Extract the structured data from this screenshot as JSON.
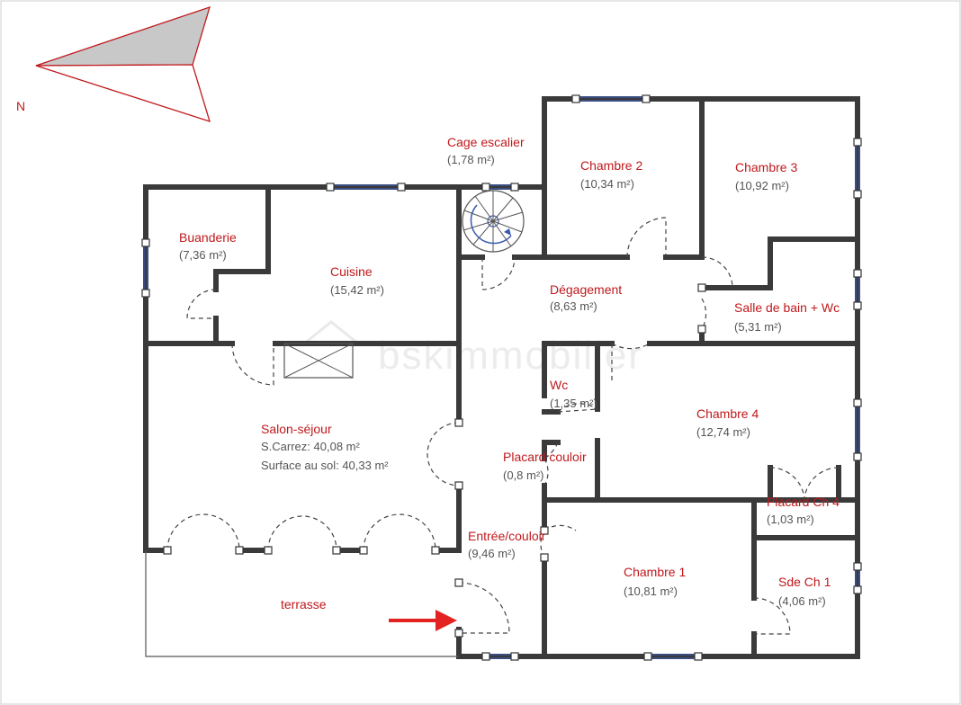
{
  "compass": {
    "label": "N",
    "fill": "#c8c8c8",
    "stroke": "#c0191c"
  },
  "watermark": {
    "text": "bskimmobilier"
  },
  "colors": {
    "label": "#c0191c",
    "area": "#555555",
    "wall": "#3a3a3a",
    "window": "#3a5ab0",
    "arrow": "#e52222"
  },
  "rooms": {
    "cage_escalier": {
      "name": "Cage escalier",
      "area": "(1,78 m²)"
    },
    "chambre2": {
      "name": "Chambre 2",
      "area": "(10,34 m²)"
    },
    "chambre3": {
      "name": "Chambre 3",
      "area": "(10,92 m²)"
    },
    "buanderie": {
      "name": "Buanderie",
      "area": "(7,36 m²)"
    },
    "cuisine": {
      "name": "Cuisine",
      "area": "(15,42 m²)"
    },
    "degagement": {
      "name": "Dégagement",
      "area": "(8,63 m²)"
    },
    "sdb_wc": {
      "name": "Salle de bain + Wc",
      "area": "(5,31 m²)"
    },
    "wc": {
      "name": "Wc",
      "area": "(1,35 m²)"
    },
    "chambre4": {
      "name": "Chambre 4",
      "area": "(12,74 m²)"
    },
    "salon": {
      "name": "Salon-séjour",
      "carrez": "S.Carrez: 40,08 m²",
      "sol": "Surface au sol: 40,33 m²"
    },
    "placard_couloir": {
      "name": "Placard couloir",
      "area": "(0,8 m²)"
    },
    "placard_ch4": {
      "name": "Placard Ch 4",
      "area": "(1,03 m²)"
    },
    "entree": {
      "name": "Entrée/couloir",
      "area": "(9,46 m²)"
    },
    "chambre1": {
      "name": "Chambre 1",
      "area": "(10,81 m²)"
    },
    "sde_ch1": {
      "name": "Sde Ch 1",
      "area": "(4,06 m²)"
    },
    "terrasse": {
      "name": "terrasse"
    }
  }
}
